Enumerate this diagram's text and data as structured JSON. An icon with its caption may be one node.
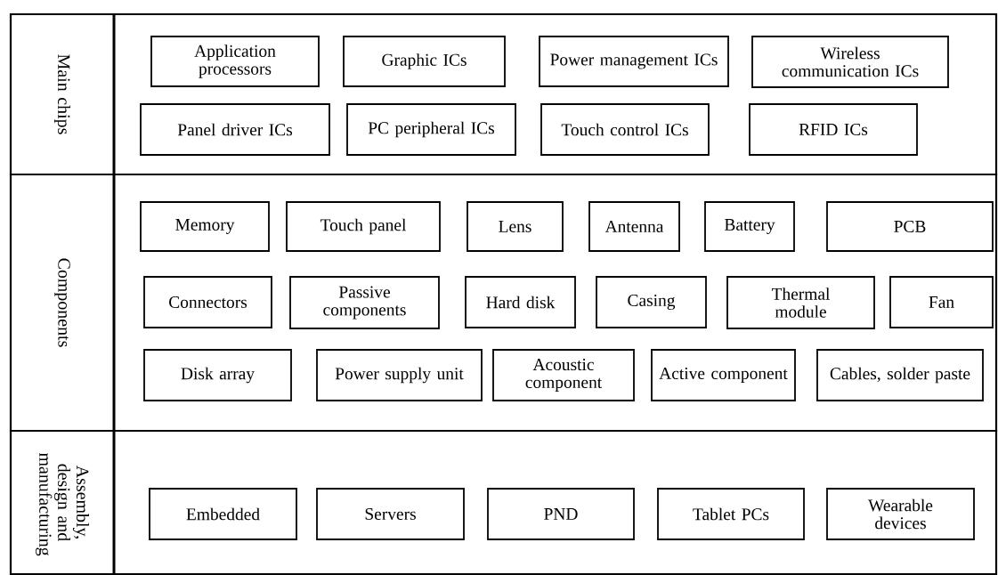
{
  "diagram": {
    "nodes": [
      {
        "text": [
          "Main chips"
        ]
      },
      {
        "text": [
          "Application processors"
        ],
        "in": 0
      },
      {
        "text": [
          "Graphic ICs"
        ],
        "in": 0
      },
      {
        "text": [
          "Power management ICs"
        ],
        "in": 0
      },
      {
        "text": [
          "Wireless communication ICs"
        ],
        "in": 0
      },
      {
        "text": [
          "Panel driver ICs"
        ],
        "in": 0
      },
      {
        "text": [
          "PC peripheral ICs"
        ],
        "in": 0
      },
      {
        "text": [
          "Touch control ICs"
        ],
        "in": 0
      },
      {
        "text": [
          "RFID ICs"
        ],
        "in": 0
      },
      {
        "text": [
          "Components"
        ]
      },
      {
        "text": [
          "Memory"
        ],
        "in": 9
      },
      {
        "text": [
          "Touch panel"
        ],
        "in": 9
      },
      {
        "text": [
          "Lens"
        ],
        "in": 9
      },
      {
        "text": [
          "Antenna"
        ],
        "in": 9
      },
      {
        "text": [
          "Battery"
        ],
        "in": 9
      },
      {
        "text": [
          "PCB"
        ],
        "in": 9
      },
      {
        "text": [
          "Connectors"
        ],
        "in": 9
      },
      {
        "text": [
          "Passive components"
        ],
        "in": 9
      },
      {
        "text": [
          "Hard disk"
        ],
        "in": 9
      },
      {
        "text": [
          "Casing"
        ],
        "in": 9
      },
      {
        "text": [
          "Thermal module"
        ],
        "in": 9
      },
      {
        "text": [
          "Fan"
        ],
        "in": 9
      },
      {
        "text": [
          "Disk array"
        ],
        "in": 9
      },
      {
        "text": [
          "Power supply unit"
        ],
        "in": 9
      },
      {
        "text": [
          "Acoustic component"
        ],
        "in": 9
      },
      {
        "text": [
          "Active component"
        ],
        "in": 9
      },
      {
        "text": [
          "Cables, solder paste"
        ],
        "in": 9
      },
      {
        "text": [
          "Assembly, design and manufacturing"
        ]
      },
      {
        "text": [
          "Embedded"
        ],
        "in": 27
      },
      {
        "text": [
          "Servers"
        ],
        "in": 27
      },
      {
        "text": [
          "PND"
        ],
        "in": 27
      },
      {
        "text": [
          "Tablet PCs"
        ],
        "in": 27
      },
      {
        "text": [
          "Wearable devices"
        ],
        "in": 27
      }
    ]
  }
}
